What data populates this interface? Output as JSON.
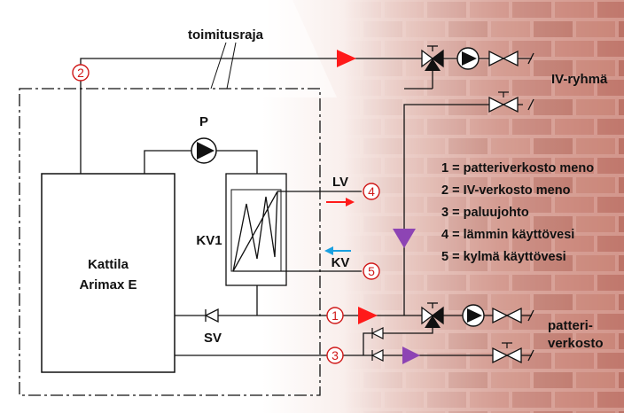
{
  "colors": {
    "supply": "#ff1a1a",
    "return": "#8d44b4",
    "cold": "#1aa0e0",
    "badge": "#d01818",
    "line": "#111111"
  },
  "labels": {
    "delivery_limit": "toimitusraja",
    "pump": "P",
    "boiler_line1": "Kattila",
    "boiler_line2": "Arimax E",
    "heat_exchanger": "KV1",
    "hot_water": "LV",
    "cold_water": "KV",
    "check_valve": "SV",
    "iv_group": "IV-ryhmä",
    "radiator_network_line1": "patteri-",
    "radiator_network_line2": "verkosto"
  },
  "badges": {
    "b1": "1",
    "b2": "2",
    "b3": "3",
    "b4": "4",
    "b5": "5"
  },
  "legend": [
    "1 = patteriverkosto meno",
    "2 = IV-verkosto meno",
    "3 = paluujohto",
    "4 = lämmin käyttövesi",
    "5 = kylmä käyttövesi"
  ]
}
